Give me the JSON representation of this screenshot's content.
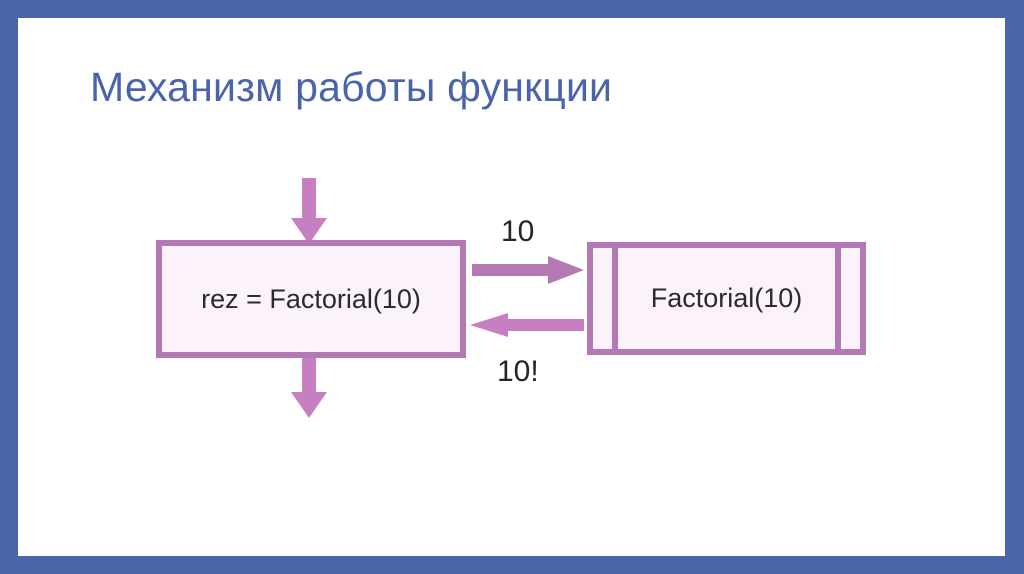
{
  "slide": {
    "title": "Механизм работы функции",
    "frame_color": "#4a66ab",
    "title_color": "#4a63ab",
    "background": "#ffffff"
  },
  "diagram": {
    "type": "flowchart",
    "accent_color": "#b479b4",
    "fill_color": "#fbf2fa",
    "text_color": "#2b2b2b",
    "nodes": [
      {
        "id": "caller",
        "shape": "process",
        "label": "rez = Factorial(10)"
      },
      {
        "id": "callee",
        "shape": "predefined-process",
        "label": "Factorial(10)"
      }
    ],
    "edges": [
      {
        "id": "enter",
        "from": "above",
        "to": "caller",
        "label": "",
        "direction": "down"
      },
      {
        "id": "call",
        "from": "caller",
        "to": "callee",
        "label": "10",
        "direction": "right"
      },
      {
        "id": "return",
        "from": "callee",
        "to": "caller",
        "label": "10!",
        "direction": "left"
      },
      {
        "id": "exit",
        "from": "caller",
        "to": "below",
        "label": "",
        "direction": "down"
      }
    ],
    "labels": {
      "argument": "10",
      "result": "10!"
    }
  }
}
